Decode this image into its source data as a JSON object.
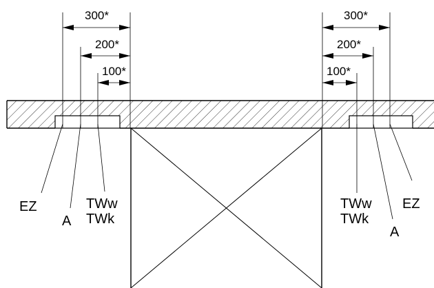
{
  "dimensions": {
    "left": {
      "d300": "300*",
      "d200": "200*",
      "d100": "100*"
    },
    "right": {
      "d300": "300*",
      "d200": "200*",
      "d100": "100*"
    }
  },
  "labels": {
    "left": {
      "ez": "EZ",
      "a": "A",
      "tww": "TWw",
      "twk": "TWk"
    },
    "right": {
      "ez": "EZ",
      "a": "A",
      "tww": "TWw",
      "twk": "TWk"
    }
  }
}
